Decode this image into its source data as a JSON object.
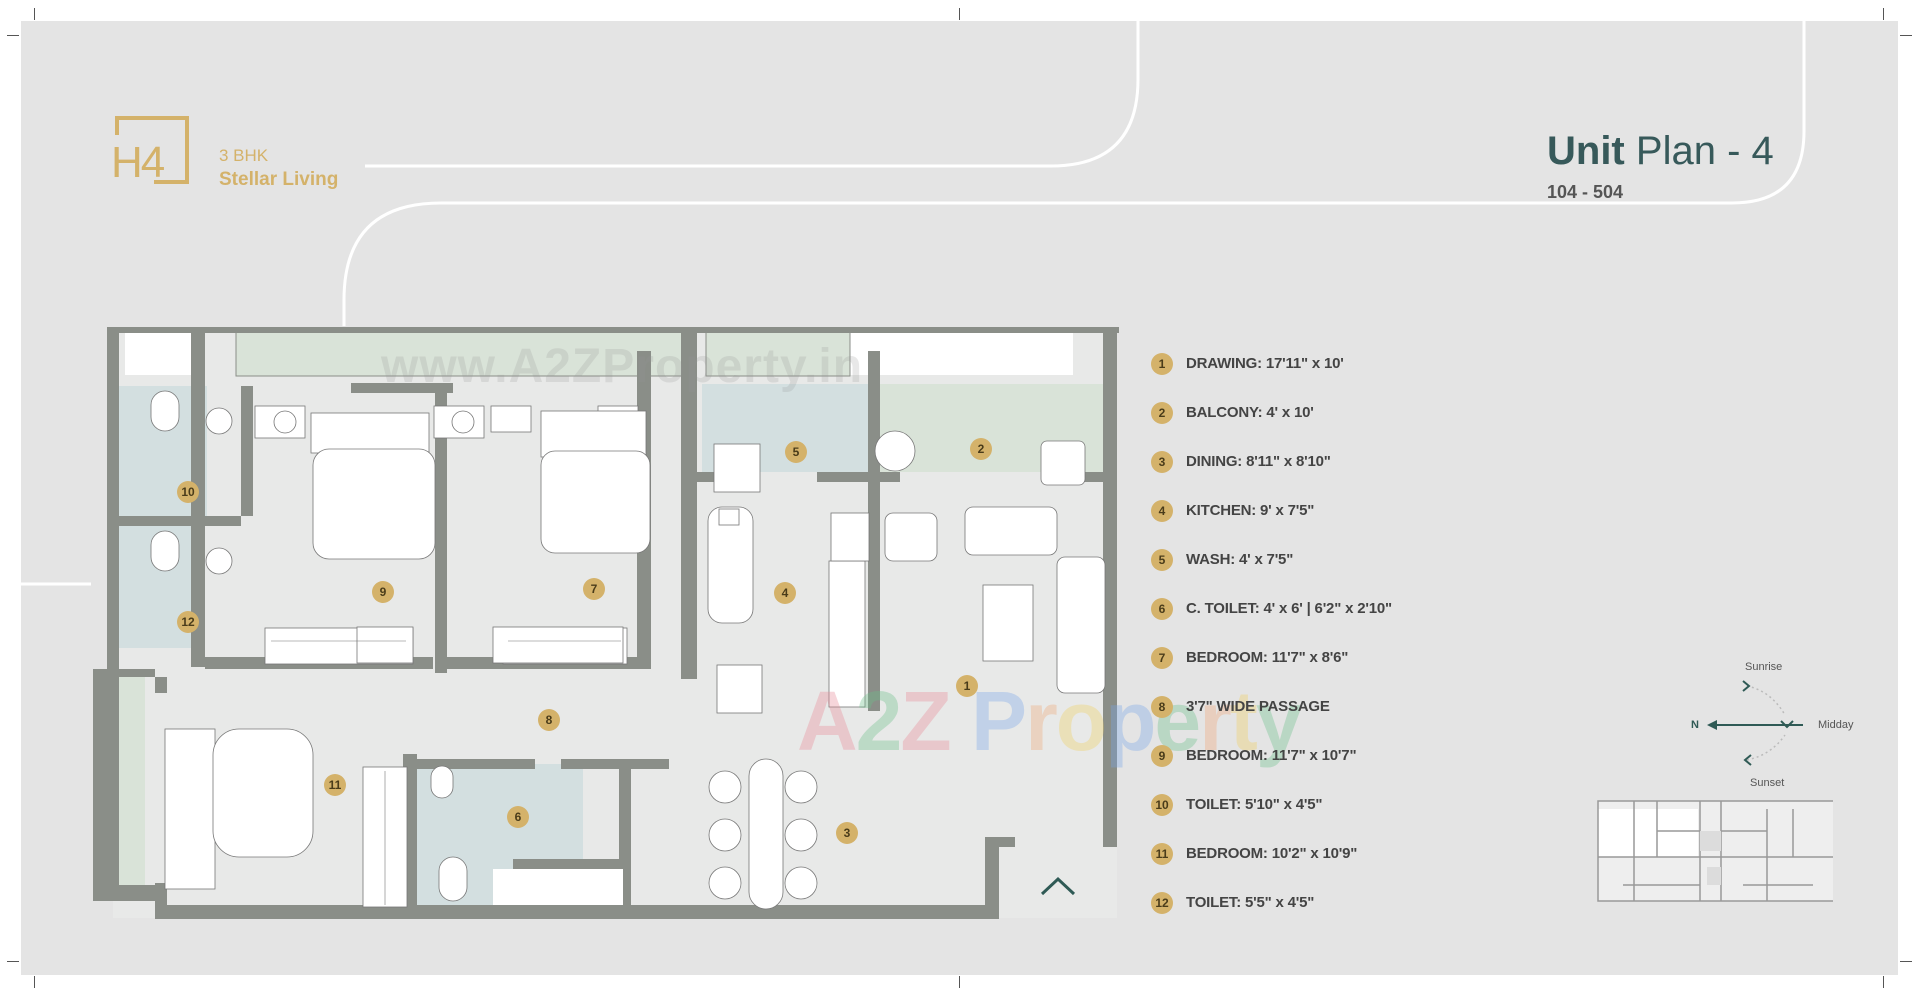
{
  "brand": {
    "logo_mark": "H4",
    "line1": "3 BHK",
    "line2": "Stellar Living",
    "color": "#d4b26a"
  },
  "header": {
    "title_bold": "Unit",
    "title_light": "Plan - 4",
    "unit_range": "104 - 504",
    "color": "#37595a"
  },
  "legend": [
    {
      "num": "1",
      "text": "DRAWING: 17'11\" x 10'"
    },
    {
      "num": "2",
      "text": "BALCONY: 4' x 10'"
    },
    {
      "num": "3",
      "text": "DINING: 8'11\" x 8'10\""
    },
    {
      "num": "4",
      "text": "KITCHEN: 9' x 7'5\""
    },
    {
      "num": "5",
      "text": "WASH: 4' x 7'5\""
    },
    {
      "num": "6",
      "text": "C. TOILET: 4' x 6' | 6'2\" x 2'10\""
    },
    {
      "num": "7",
      "text": "BEDROOM: 11'7\" x 8'6\""
    },
    {
      "num": "8",
      "text": "3'7\" WIDE PASSAGE"
    },
    {
      "num": "9",
      "text": "BEDROOM: 11'7\" x 10'7\""
    },
    {
      "num": "10",
      "text": "TOILET: 5'10\" x 4'5\""
    },
    {
      "num": "11",
      "text": "BEDROOM: 10'2\" x 10'9\""
    },
    {
      "num": "12",
      "text": "TOILET: 5'5\" x 4'5\""
    }
  ],
  "plan_labels": {
    "r1": "1",
    "r2": "2",
    "r3": "3",
    "r4": "4",
    "r5": "5",
    "r6": "6",
    "r7": "7",
    "r8": "8",
    "r9": "9",
    "r10": "10",
    "r11": "11",
    "r12": "12"
  },
  "compass": {
    "north": "N",
    "sunrise": "Sunrise",
    "midday": "Midday",
    "sunset": "Sunset"
  },
  "watermark": {
    "url": "www.A2ZProperty.in",
    "brand_letters": [
      "A",
      "2",
      "Z",
      " ",
      "P",
      "r",
      "o",
      "p",
      "e",
      "r",
      "t",
      "y"
    ],
    "brand_colors": [
      "#e88a96",
      "#6cc08a",
      "#e88a96",
      "#ffffff",
      "#7aa6e8",
      "#f0a878",
      "#f0d060",
      "#7aa6e8",
      "#6cc08a",
      "#f0a878",
      "#f0d060",
      "#6cc08a"
    ]
  },
  "colors": {
    "background": "#e4e4e4",
    "wall": "#8a8e88",
    "floor": "#e8e9e8",
    "wet_area": "#d3dfe0",
    "balcony": "#d9e3d8",
    "badge": "#d4b26a"
  }
}
